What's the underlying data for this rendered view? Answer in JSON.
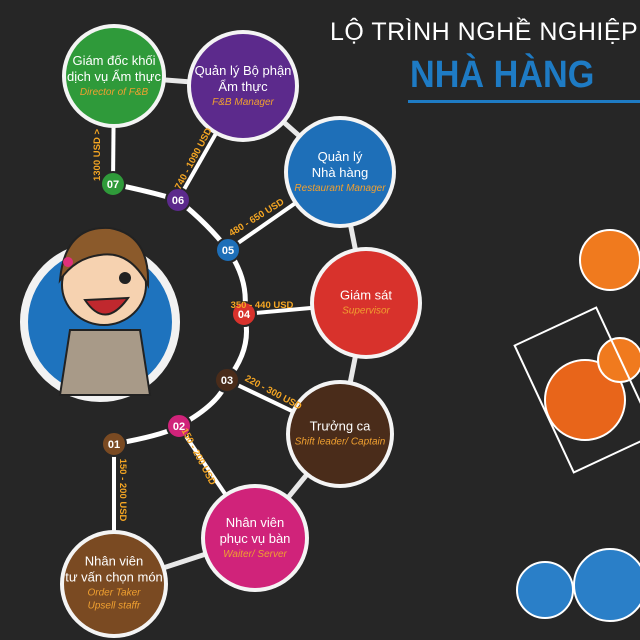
{
  "title": {
    "line1": "LỘ TRÌNH NGHỀ NGHIỆP",
    "line2": "NHÀ HÀNG"
  },
  "colors": {
    "accent": "#1e7bc4",
    "salary": "#f5a623",
    "background": "#262626"
  },
  "steps": [
    {
      "num": "01",
      "vi": [
        "Nhân viên",
        "tư vấn chọn món"
      ],
      "en": [
        "Order Taker",
        "Upsell staffr"
      ],
      "salary": "150 - 200 USD",
      "color": "#7a4a22"
    },
    {
      "num": "02",
      "vi": [
        "Nhân viên",
        "phục vụ bàn"
      ],
      "en": [
        "Waiter/ Server"
      ],
      "salary": "150 - 200 USD",
      "color": "#d0237a"
    },
    {
      "num": "03",
      "vi": [
        "Trưởng ca"
      ],
      "en": [
        "Shift leader/ Captain"
      ],
      "salary": "220 - 300 USD",
      "color": "#4a2c1a"
    },
    {
      "num": "04",
      "vi": [
        "Giám sát"
      ],
      "en": [
        "Supervisor"
      ],
      "salary": "350 - 440 USD",
      "color": "#d8322c"
    },
    {
      "num": "05",
      "vi": [
        "Quản lý",
        "Nhà hàng"
      ],
      "en": [
        "Restaurant Manager"
      ],
      "salary": "480 - 650 USD",
      "color": "#1e6fb8"
    },
    {
      "num": "06",
      "vi": [
        "Quản lý Bộ phận",
        "Ẩm thực"
      ],
      "en": [
        "F&B Manager"
      ],
      "salary": "740 - 1090 USD",
      "color": "#5c2a8c"
    },
    {
      "num": "07",
      "vi": [
        "Giám đốc khối",
        "dịch vụ Ẩm thực"
      ],
      "en": [
        "Director of F&B"
      ],
      "salary": "1300 USD >",
      "color": "#2f9a3a"
    }
  ]
}
